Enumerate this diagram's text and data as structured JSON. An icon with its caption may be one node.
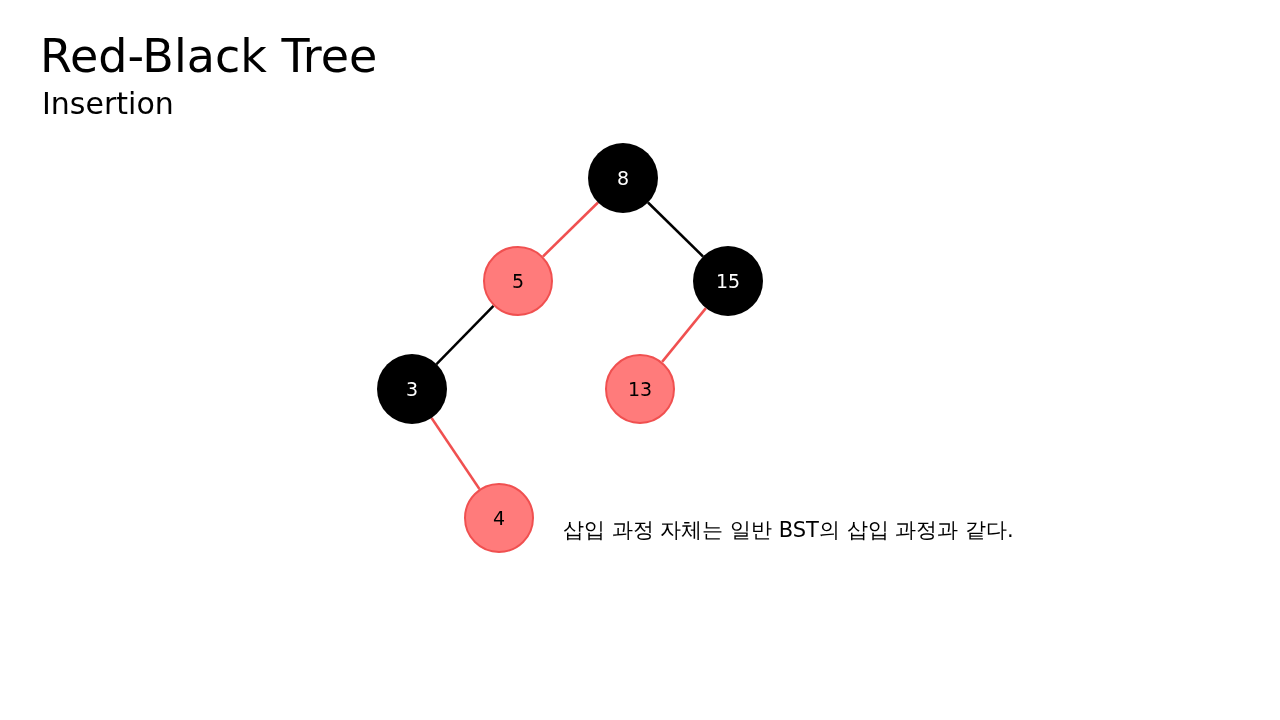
{
  "diagram": {
    "title": "Red-Black Tree",
    "nodes": [
      {
        "text": [
          "8"
        ]
      },
      {
        "text": [
          "5"
        ]
      },
      {
        "text": [
          "15"
        ]
      },
      {
        "text": [
          "3"
        ]
      },
      {
        "text": [
          "13"
        ]
      },
      {
        "text": [
          "4"
        ]
      }
    ],
    "edges": [
      {
        "from": 0,
        "to": 1,
        "arrow": "none"
      },
      {
        "from": 0,
        "to": 2,
        "arrow": "none",
        "color": "#000000"
      },
      {
        "from": 1,
        "to": 3,
        "arrow": "none",
        "color": "#000000"
      },
      {
        "from": 2,
        "to": 4,
        "arrow": "none"
      },
      {
        "from": 3,
        "to": 5,
        "arrow": "none"
      }
    ],
    "labels": [
      "Insertion",
      "삽입 과정 자체는 일반 BST의 삽입 과정과 같다."
    ]
  }
}
